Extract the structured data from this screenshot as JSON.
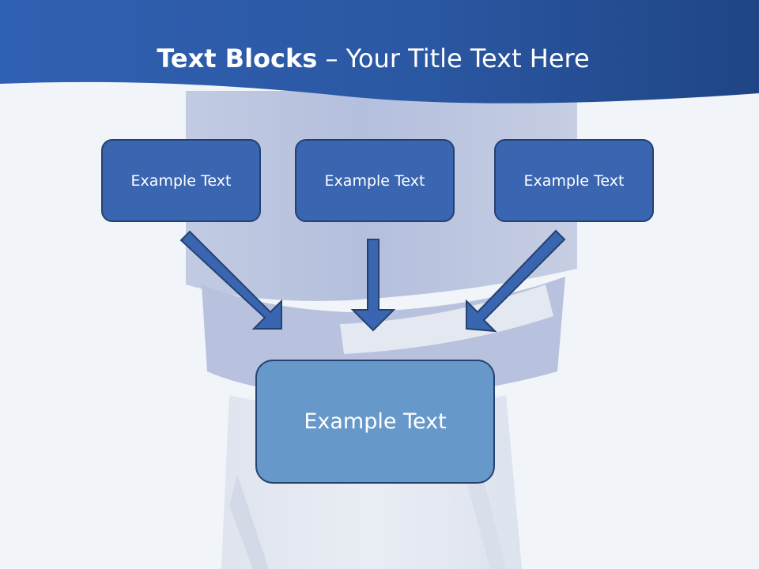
{
  "slide": {
    "title_bold": "Text Blocks",
    "title_rest": " – Your Title Text Here",
    "blocks": [
      {
        "label": "Example Text"
      },
      {
        "label": "Example Text"
      },
      {
        "label": "Example Text"
      }
    ],
    "target": {
      "label": "Example Text"
    }
  },
  "colors": {
    "header": "#2f5ea8",
    "block_fill": "#3a65b0",
    "target_fill": "#6699c9",
    "arrow_fill": "#3a65b0",
    "border": "#24426f"
  }
}
